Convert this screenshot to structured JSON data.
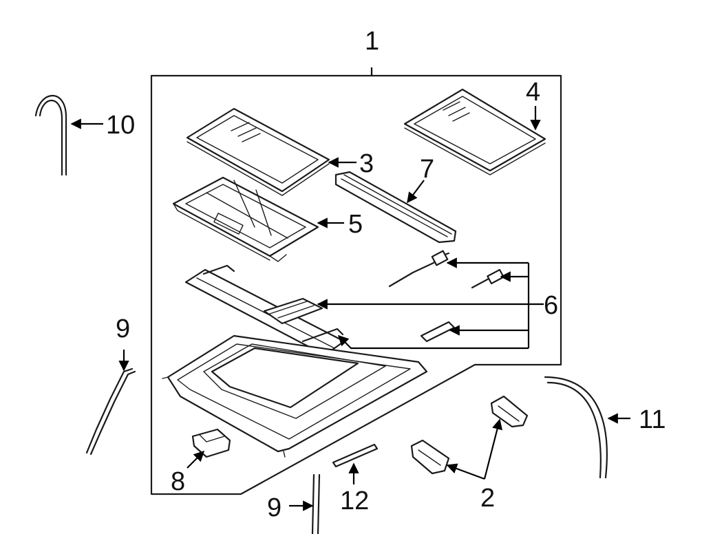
{
  "callouts": {
    "c1": "1",
    "c2": "2",
    "c3": "3",
    "c4": "4",
    "c5": "5",
    "c6": "6",
    "c7": "7",
    "c8": "8",
    "c9a": "9",
    "c9b": "9",
    "c10": "10",
    "c11": "11",
    "c12": "12"
  },
  "colors": {
    "line": "#1a1a1a",
    "background": "#ffffff"
  }
}
